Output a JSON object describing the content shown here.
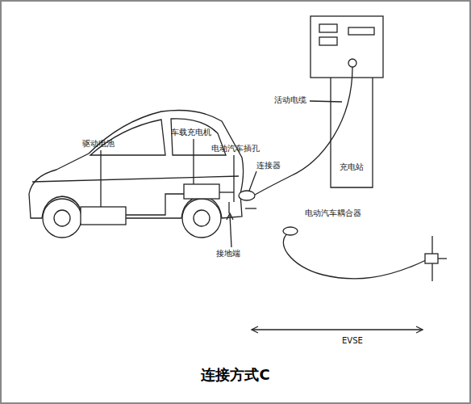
{
  "diagram": {
    "caption": "连接方式C",
    "nodes": [
      {
        "text": [
          "充电站"
        ]
      }
    ],
    "labels": [
      "驱动电池",
      "车载充电机",
      "电动汽车插孔",
      "连接器",
      "活动电缆",
      "电动汽车耦合器",
      "接地端",
      "EVSE"
    ]
  }
}
